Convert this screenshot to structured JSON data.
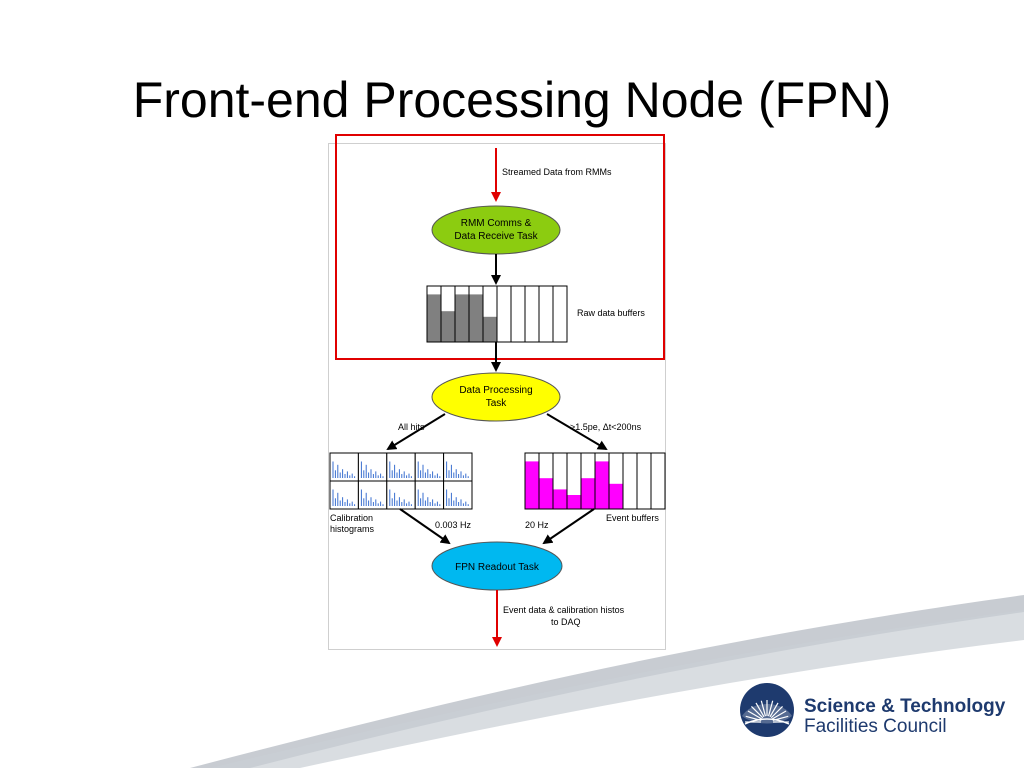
{
  "slide": {
    "title": "Front-end Processing Node (FPN)"
  },
  "diagram": {
    "nodes": {
      "rmm": [
        "RMM Comms &",
        "Data Receive Task"
      ],
      "processing": [
        "Data Processing",
        "Task"
      ],
      "readout": [
        "FPN Readout Task"
      ]
    },
    "labels": {
      "streamed": "Streamed Data from RMMs",
      "raw_buffers": "Raw data buffers",
      "all_hits": "All hits",
      "cut": ">1.5pe, Δt<200ns",
      "calibration": [
        "Calibration",
        "histograms"
      ],
      "rate_calibration": "0.003 Hz",
      "rate_events": "20 Hz",
      "event_buffers": "Event buffers",
      "output": [
        "Event data & calibration histos",
        "to DAQ"
      ]
    },
    "colors": {
      "rmm_node": "#8ccc10",
      "processing_node": "#ffff00",
      "readout_node": "#00b8f0",
      "highlight_box": "#e00000",
      "data_arrow": "#e00000",
      "raw_fill": "#808080",
      "event_fill": "#ff00ff",
      "histogram": "#3a6fd0"
    },
    "raw_buffer_fill": [
      0.85,
      0.55,
      0.85,
      0.85,
      0.45,
      0,
      0,
      0,
      0,
      0
    ],
    "event_buffer_fill": [
      0.85,
      0.55,
      0.35,
      0.25,
      0.55,
      0.85,
      0.45,
      0,
      0,
      0
    ]
  },
  "logo": {
    "line1": "Science & Technology",
    "line2": "Facilities Council",
    "icon": "stfc-logo-icon"
  }
}
